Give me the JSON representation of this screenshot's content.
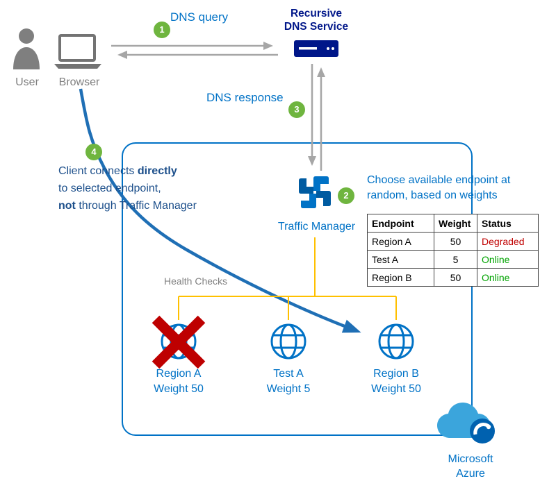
{
  "colors": {
    "accent_blue": "#0072C6",
    "navy": "#001689",
    "note_blue": "#1B4E8A",
    "arrow_blue": "#1F6FB5",
    "step_green": "#6FB53F",
    "health_check_orange": "#FFC000",
    "failed_red": "#BE0000",
    "status_degraded": "#C00000",
    "status_online": "#00A300",
    "icon_gray": "#7F7F7F"
  },
  "actors": {
    "user_label": "User",
    "browser_label": "Browser"
  },
  "dns": {
    "query_label": "DNS query",
    "response_label": "DNS response",
    "service_line1": "Recursive",
    "service_line2": "DNS Service"
  },
  "steps": {
    "s1": "1",
    "s2": "2",
    "s3": "3",
    "s4": "4"
  },
  "traffic_manager": {
    "label": "Traffic Manager"
  },
  "selection_note": {
    "line1": "Choose available endpoint at",
    "line2": "random, based on weights"
  },
  "client_note": {
    "line1_text": "Client connects ",
    "line1_bold": "directly",
    "line2_text": "to selected endpoint,",
    "line3_bold": "not",
    "line3_text": " through Traffic Manager"
  },
  "health_checks_label": "Health Checks",
  "table": {
    "headers": [
      "Endpoint",
      "Weight",
      "Status"
    ],
    "rows": [
      {
        "endpoint": "Region A",
        "weight": "50",
        "status": "Degraded",
        "status_color": "#C00000"
      },
      {
        "endpoint": "Test A",
        "weight": "5",
        "status": "Online",
        "status_color": "#00A300"
      },
      {
        "endpoint": "Region B",
        "weight": "50",
        "status": "Online",
        "status_color": "#00A300"
      }
    ]
  },
  "endpoints": [
    {
      "name": "Region A",
      "weight": "Weight 50"
    },
    {
      "name": "Test A",
      "weight": "Weight 5"
    },
    {
      "name": "Region B",
      "weight": "Weight 50"
    }
  ],
  "azure": {
    "line1": "Microsoft",
    "line2": "Azure"
  }
}
